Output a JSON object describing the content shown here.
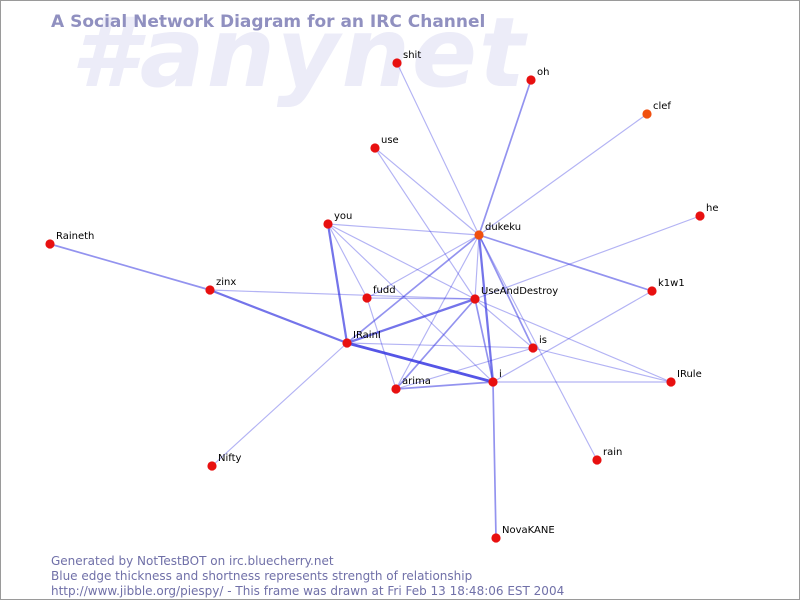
{
  "watermark": "#anynet",
  "title": "A Social Network Diagram for an IRC Channel",
  "colors": {
    "node": "#e81010",
    "node_alt": "#f05010",
    "edge": "#3030e0",
    "title": "#9090c0",
    "footer": "#7070a8"
  },
  "nodes": [
    {
      "id": "shit",
      "label": "shit"
    },
    {
      "id": "oh",
      "label": "oh"
    },
    {
      "id": "clef",
      "label": "clef"
    },
    {
      "id": "use",
      "label": "use"
    },
    {
      "id": "he",
      "label": "he"
    },
    {
      "id": "you",
      "label": "you"
    },
    {
      "id": "dukeku",
      "label": "dukeku"
    },
    {
      "id": "Raineth",
      "label": "Raineth"
    },
    {
      "id": "zinx",
      "label": "zinx"
    },
    {
      "id": "fudd",
      "label": "fudd"
    },
    {
      "id": "UseAndDestroy",
      "label": "UseAndDestroy"
    },
    {
      "id": "k1w1",
      "label": "k1w1"
    },
    {
      "id": "IRainI",
      "label": "IRainI"
    },
    {
      "id": "is",
      "label": "is"
    },
    {
      "id": "arima",
      "label": "arima"
    },
    {
      "id": "i",
      "label": "i"
    },
    {
      "id": "IRule",
      "label": "IRule"
    },
    {
      "id": "Nifty",
      "label": "Nifty"
    },
    {
      "id": "rain",
      "label": "rain"
    },
    {
      "id": "NovaKANE",
      "label": "NovaKANE"
    }
  ],
  "edges": [
    {
      "source": "shit",
      "target": "dukeku",
      "strength": 1
    },
    {
      "source": "oh",
      "target": "dukeku",
      "strength": 2
    },
    {
      "source": "clef",
      "target": "dukeku",
      "strength": 1
    },
    {
      "source": "use",
      "target": "dukeku",
      "strength": 1
    },
    {
      "source": "use",
      "target": "UseAndDestroy",
      "strength": 1
    },
    {
      "source": "he",
      "target": "UseAndDestroy",
      "strength": 1
    },
    {
      "source": "you",
      "target": "dukeku",
      "strength": 1
    },
    {
      "source": "you",
      "target": "UseAndDestroy",
      "strength": 1
    },
    {
      "source": "you",
      "target": "IRainI",
      "strength": 3
    },
    {
      "source": "you",
      "target": "i",
      "strength": 1
    },
    {
      "source": "you",
      "target": "fudd",
      "strength": 1
    },
    {
      "source": "dukeku",
      "target": "fudd",
      "strength": 1
    },
    {
      "source": "dukeku",
      "target": "IRainI",
      "strength": 2
    },
    {
      "source": "dukeku",
      "target": "UseAndDestroy",
      "strength": 1
    },
    {
      "source": "dukeku",
      "target": "i",
      "strength": 3
    },
    {
      "source": "dukeku",
      "target": "is",
      "strength": 2
    },
    {
      "source": "dukeku",
      "target": "k1w1",
      "strength": 2
    },
    {
      "source": "dukeku",
      "target": "arima",
      "strength": 1
    },
    {
      "source": "dukeku",
      "target": "rain",
      "strength": 1
    },
    {
      "source": "Raineth",
      "target": "zinx",
      "strength": 2
    },
    {
      "source": "zinx",
      "target": "IRainI",
      "strength": 3
    },
    {
      "source": "zinx",
      "target": "UseAndDestroy",
      "strength": 1
    },
    {
      "source": "IRainI",
      "target": "UseAndDestroy",
      "strength": 3
    },
    {
      "source": "IRainI",
      "target": "i",
      "strength": 4
    },
    {
      "source": "IRainI",
      "target": "is",
      "strength": 1
    },
    {
      "source": "IRainI",
      "target": "Nifty",
      "strength": 1
    },
    {
      "source": "fudd",
      "target": "UseAndDestroy",
      "strength": 1
    },
    {
      "source": "fudd",
      "target": "arima",
      "strength": 1
    },
    {
      "source": "UseAndDestroy",
      "target": "i",
      "strength": 2
    },
    {
      "source": "UseAndDestroy",
      "target": "arima",
      "strength": 2
    },
    {
      "source": "UseAndDestroy",
      "target": "IRule",
      "strength": 1
    },
    {
      "source": "UseAndDestroy",
      "target": "is",
      "strength": 1
    },
    {
      "source": "k1w1",
      "target": "i",
      "strength": 1
    },
    {
      "source": "is",
      "target": "arima",
      "strength": 1
    },
    {
      "source": "is",
      "target": "IRule",
      "strength": 1
    },
    {
      "source": "i",
      "target": "arima",
      "strength": 2
    },
    {
      "source": "i",
      "target": "IRule",
      "strength": 1
    },
    {
      "source": "i",
      "target": "NovaKANE",
      "strength": 2
    }
  ],
  "footer": {
    "line1": "Generated by NotTestBOT on irc.bluecherry.net",
    "line2": "Blue edge thickness and shortness represents strength of relationship",
    "line3": "http://www.jibble.org/piespy/ - This frame was drawn at Fri Feb 13 18:48:06 EST 2004"
  }
}
